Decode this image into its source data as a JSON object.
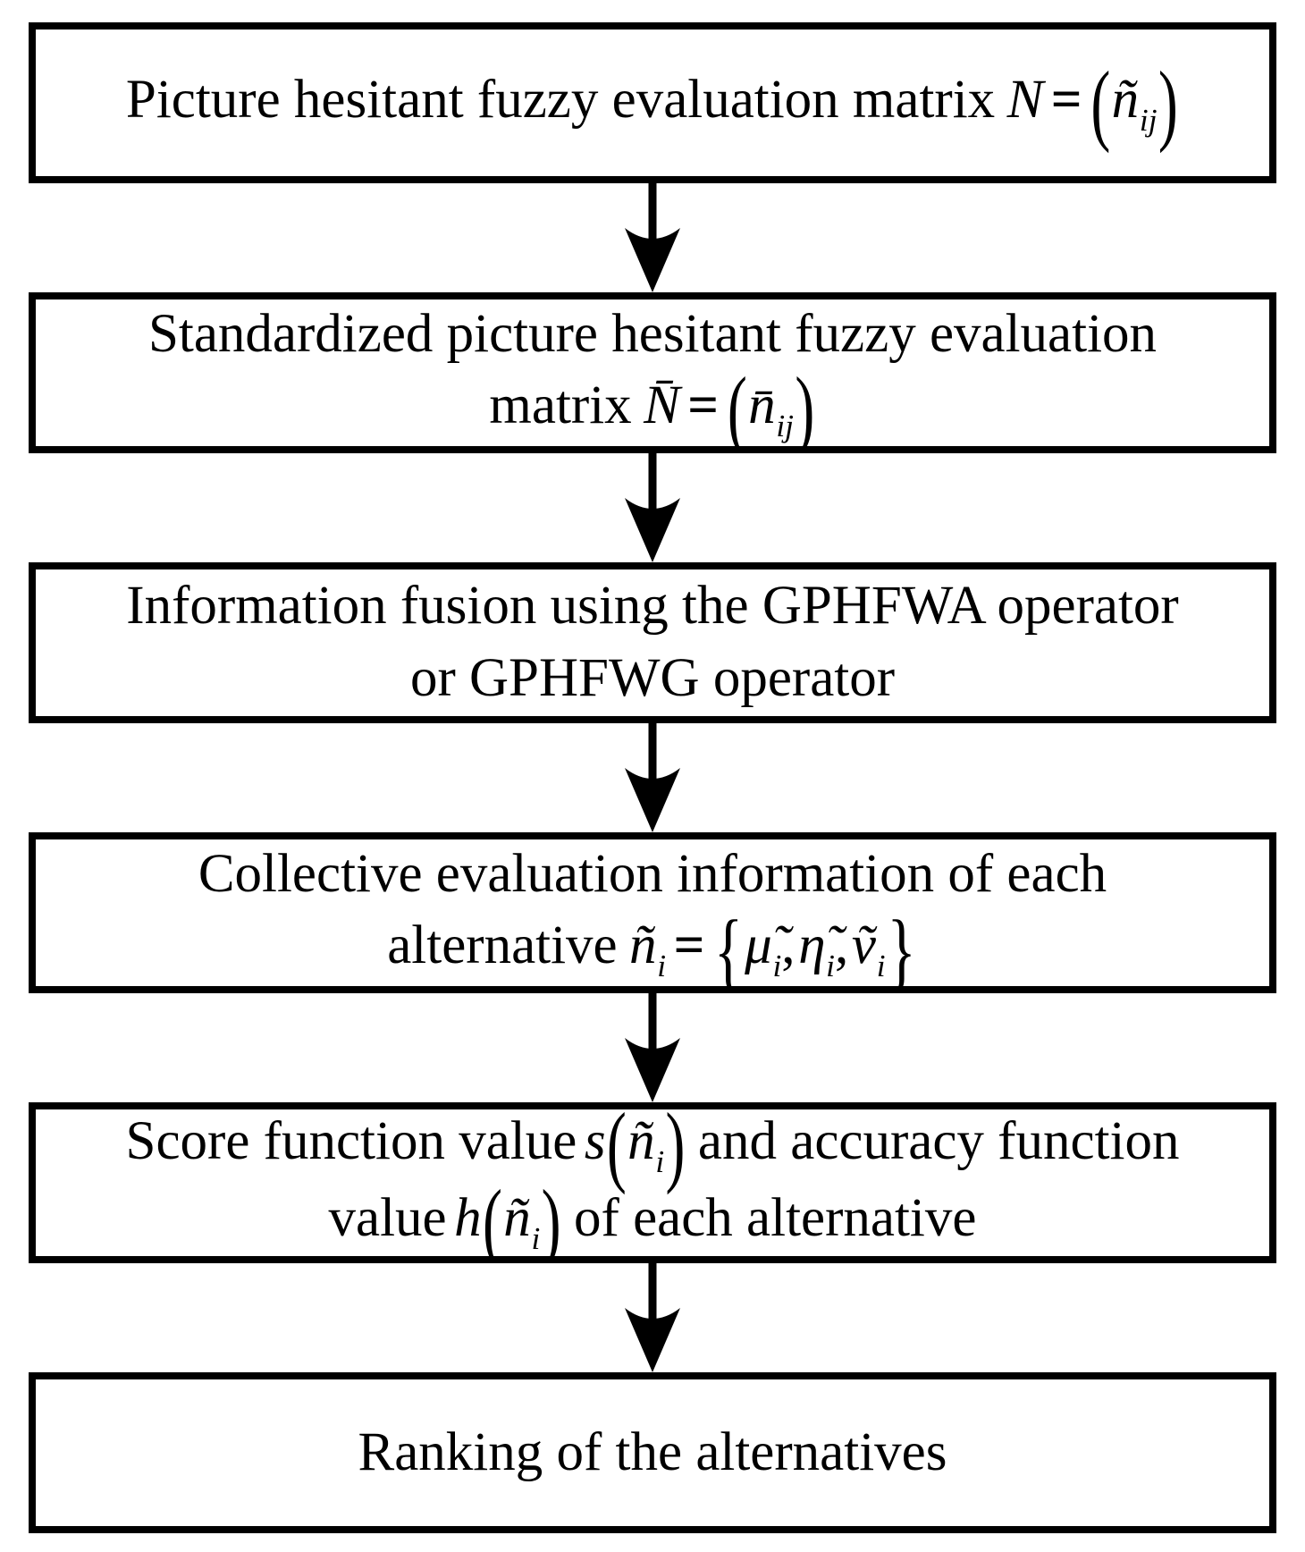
{
  "colors": {
    "border": "#000000",
    "background": "#ffffff",
    "text": "#000000"
  },
  "boxes": {
    "box1": {
      "text": "Picture hesitant fuzzy evaluation matrix",
      "formula": {
        "lhs": "N",
        "eq": "=",
        "open": "(",
        "sym": "ñ",
        "sub": "ij",
        "close": ")"
      }
    },
    "box2": {
      "line1": "Standardized picture hesitant fuzzy evaluation",
      "line2_text": "matrix",
      "formula": {
        "lhs": "N̄",
        "eq": "=",
        "open": "(",
        "sym": "n̄",
        "sub": "ij",
        "close": ")"
      }
    },
    "box3": {
      "line1": "Information fusion using the GPHFWA operator",
      "line2": "or GPHFWG operator"
    },
    "box4": {
      "line1": "Collective evaluation information of each",
      "line2_text": "alternative",
      "formula": {
        "lhs": "ñ",
        "lhs_sub": "i",
        "eq": "=",
        "open": "{",
        "m1": "μ̃",
        "m1_sub": "i",
        "comma1": ",",
        "m2": "η̃",
        "m2_sub": "i",
        "comma2": ",",
        "m3": "ṽ",
        "m3_sub": "i",
        "close": "}"
      }
    },
    "box5": {
      "line1_pre": "Score function value",
      "formula1": {
        "fn": "s",
        "open": "(",
        "sym": "ñ",
        "sub": "i",
        "close": ")"
      },
      "line1_post": "and accuracy function",
      "line2_pre": "value",
      "formula2": {
        "fn": "h",
        "open": "(",
        "sym": "ñ",
        "sub": "i",
        "close": ")"
      },
      "line2_post": "of each alternative"
    },
    "box6": {
      "text": "Ranking of the alternatives"
    }
  }
}
